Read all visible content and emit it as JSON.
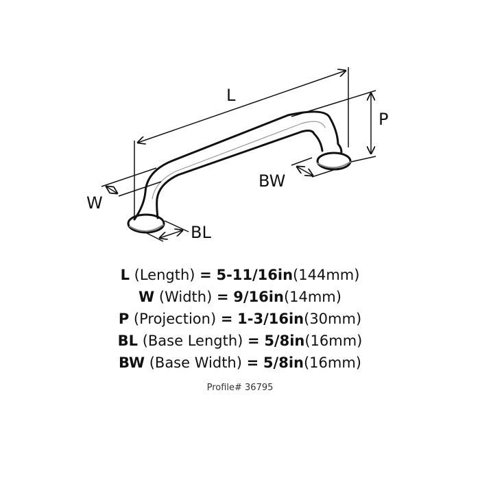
{
  "labels": {
    "L": "L",
    "P": "P",
    "BW": "BW",
    "W": "W",
    "BL": "BL"
  },
  "specs": [
    {
      "key": "L",
      "name": "(Length)",
      "eq": "=",
      "value": "5-11/16in",
      "mm": "(144mm)"
    },
    {
      "key": "W",
      "name": "(Width)",
      "eq": "=",
      "value": "9/16in",
      "mm": "(14mm)"
    },
    {
      "key": "P",
      "name": "(Projection)",
      "eq": "=",
      "value": "1-3/16in",
      "mm": "(30mm)"
    },
    {
      "key": "BL",
      "name": "(Base Length)",
      "eq": "=",
      "value": "5/8in",
      "mm": "(16mm)"
    },
    {
      "key": "BW",
      "name": "(Base Width)",
      "eq": "=",
      "value": "5/8in",
      "mm": "(16mm)"
    }
  ],
  "profile": "Profile# 36795"
}
